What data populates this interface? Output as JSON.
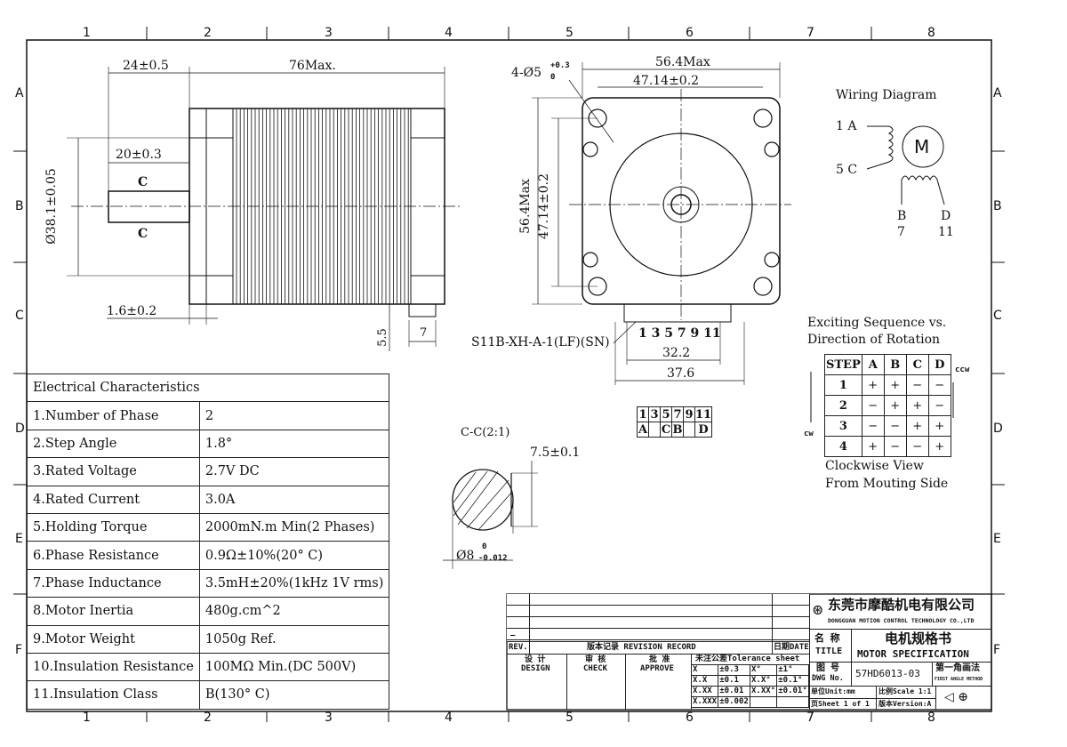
{
  "frame": {
    "columns": [
      "1",
      "2",
      "3",
      "4",
      "5",
      "6",
      "7",
      "8"
    ],
    "rows": [
      "A",
      "B",
      "C",
      "D",
      "E",
      "F"
    ]
  },
  "side_view": {
    "dim_flange": "24±0.5",
    "dim_length": "76Max.",
    "dim_shaft": "20±0.3",
    "dim_shaft_dia": "Ø38.1±0.05",
    "section_mark_top": "C",
    "section_mark_bottom": "C",
    "dim_flange_thick": "1.6±0.2",
    "dim_conn_h": "5.5",
    "dim_conn_w": "7"
  },
  "front_view": {
    "dim_holes": "4-Ø5",
    "holes_tol_upper": "+0.3",
    "holes_tol_lower": "0",
    "dim_width": "56.4Max",
    "dim_hole_pitch": "47.14±0.2",
    "dim_height": "56.4Max",
    "dim_hole_pitch_v": "47.14±0.2",
    "connector_label": "S11B-XH-A-1(LF)(SN)",
    "pin_numbers": "1 3 5 7 9 11",
    "dim_pins": "32.2",
    "dim_conn": "37.6"
  },
  "connector_table": {
    "pins": [
      "1",
      "3",
      "5",
      "7",
      "9",
      "11"
    ],
    "phases": [
      "A",
      "",
      "C",
      "B",
      "",
      "D"
    ]
  },
  "section": {
    "title": "C-C(2:1)",
    "dim_flat": "7.5±0.1",
    "dim_dia": "Ø8",
    "tol_upper": "0",
    "tol_lower": "-0.012"
  },
  "wiring": {
    "title": "Wiring Diagram",
    "lead_1a": "1 A",
    "lead_5c": "5 C",
    "lead_b": "B",
    "lead_7": "7",
    "lead_d": "D",
    "lead_11": "11",
    "motor": "M"
  },
  "sequence": {
    "title1": "Exciting Sequence vs.",
    "title2": "Direction of Rotation",
    "headers": [
      "STEP",
      "A",
      "B",
      "C",
      "D"
    ],
    "rows": [
      [
        "1",
        "+",
        "+",
        "−",
        "−"
      ],
      [
        "2",
        "−",
        "+",
        "+",
        "−"
      ],
      [
        "3",
        "−",
        "−",
        "+",
        "+"
      ],
      [
        "4",
        "+",
        "−",
        "−",
        "+"
      ]
    ],
    "ccw": "ccw",
    "cw": "cw",
    "view1": "Clockwise View",
    "view2": "From Mouting Side"
  },
  "electrical": {
    "title": "Electrical Characteristics",
    "rows": [
      [
        "1.Number of Phase",
        "2"
      ],
      [
        "2.Step Angle",
        "1.8°"
      ],
      [
        "3.Rated Voltage",
        "2.7V DC"
      ],
      [
        "4.Rated Current",
        "3.0A"
      ],
      [
        "5.Holding Torque",
        "2000mN.m Min(2 Phases)"
      ],
      [
        "6.Phase Resistance",
        "0.9Ω±10%(20° C)"
      ],
      [
        "7.Phase Inductance",
        "3.5mH±20%(1kHz 1V rms)"
      ],
      [
        "8.Motor Inertia",
        "480g.cm^2"
      ],
      [
        "9.Motor Weight",
        "1050g Ref."
      ],
      [
        "10.Insulation Resistance",
        "100MΩ Min.(DC 500V)"
      ],
      [
        "11.Insulation Class",
        "B(130° C)"
      ]
    ]
  },
  "title_block": {
    "company_cn": "东莞市摩酷机电有限公司",
    "company_en": "DONGGUAN MOTION CONTROL TECHNOLOGY CO.,LTD",
    "rev_dash": "—",
    "rev": "REV.",
    "revision_record": "版本记录 REVISION RECORD",
    "date": "日期DATE",
    "design": "设 计",
    "design_en": "DESIGN",
    "check": "审 核",
    "check_en": "CHECK",
    "approve": "批 准",
    "approve_en": "APPROVE",
    "tolerance_title": "未注公差Tolerance sheet",
    "tolerances": [
      [
        "X",
        "±0.3",
        "X°",
        "±1°"
      ],
      [
        "X.X",
        "±0.1",
        "X.X°",
        "±0.1°"
      ],
      [
        "X.XX",
        "±0.01",
        "X.XX°",
        "±0.01°"
      ],
      [
        "X.XXX",
        "±0.002",
        "",
        ""
      ]
    ],
    "name_cn": "名 称",
    "name_en": "TITLE",
    "title_cn": "电机规格书",
    "title_en": "MOTOR SPECIFICATION",
    "dwg_cn": "图 号",
    "dwg_en": "DWG No.",
    "dwg_no": "57HD6013-03",
    "angle_cn": "第一角画法",
    "angle_en": "FIRST ANGLE METHOD",
    "unit": "单位Unit:mm",
    "scale": "比例Scale 1:1",
    "sheet": "页Sheet 1 of 1",
    "version": "版本Version:A"
  }
}
